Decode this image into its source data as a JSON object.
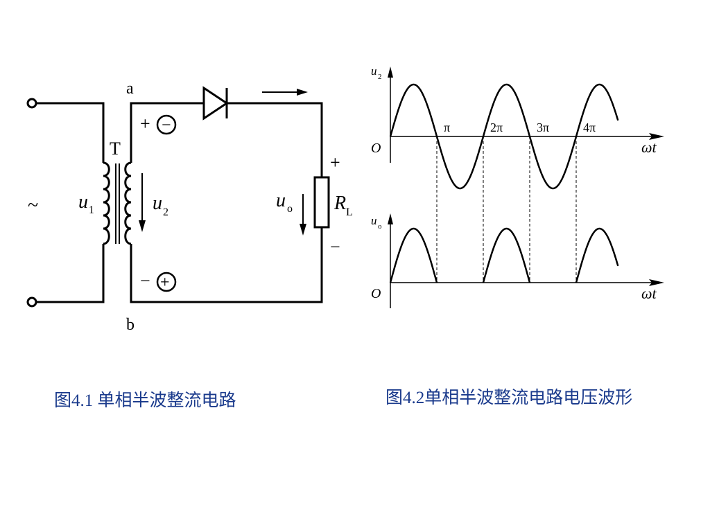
{
  "circuit": {
    "node_a": "a",
    "node_b": "b",
    "transformer": "T",
    "ac_source": "~",
    "u1": "u",
    "u1_sub": "1",
    "u2": "u",
    "u2_sub": "2",
    "uo": "u",
    "uo_sub": "o",
    "load": "R",
    "load_sub": "L",
    "top_sign_plus": "+",
    "top_circle_sign": "−",
    "bottom_sign_minus": "−",
    "bottom_circle_sign": "+",
    "load_plus": "+",
    "load_minus": "−"
  },
  "waveform": {
    "top_axis_label": "u",
    "top_axis_sub": "2",
    "bottom_axis_label": "u",
    "bottom_axis_sub": "o",
    "origin": "O",
    "origin2": "O",
    "x_label": "ωt",
    "x_label2": "ωt",
    "ticks": [
      "π",
      "2π",
      "3π",
      "4π"
    ]
  },
  "chart_data": [
    {
      "type": "line",
      "title": "",
      "xlabel": "ωt",
      "ylabel": "u2",
      "x_ticks": [
        "π",
        "2π",
        "3π",
        "4π"
      ],
      "description_of_series": "sine wave",
      "series": [
        {
          "x": [
            0,
            0.5,
            1,
            1.5,
            2,
            2.5,
            3,
            3.5,
            4,
            4.5
          ],
          "values": [
            0,
            1,
            0,
            -1,
            0,
            1,
            0,
            -1,
            0,
            1
          ]
        }
      ]
    },
    {
      "type": "line",
      "title": "",
      "xlabel": "ωt",
      "ylabel": "uo",
      "x_ticks": [],
      "series": [
        {
          "x": [
            0,
            0.5,
            1,
            1.5,
            2,
            2.5,
            3,
            3.5,
            4,
            4.5
          ],
          "values": [
            0,
            1,
            0,
            0,
            0,
            1,
            0,
            0,
            0,
            1
          ]
        }
      ]
    }
  ],
  "captions": {
    "left": "图4.1 单相半波整流电路",
    "right": "图4.2单相半波整流电路电压波形"
  }
}
